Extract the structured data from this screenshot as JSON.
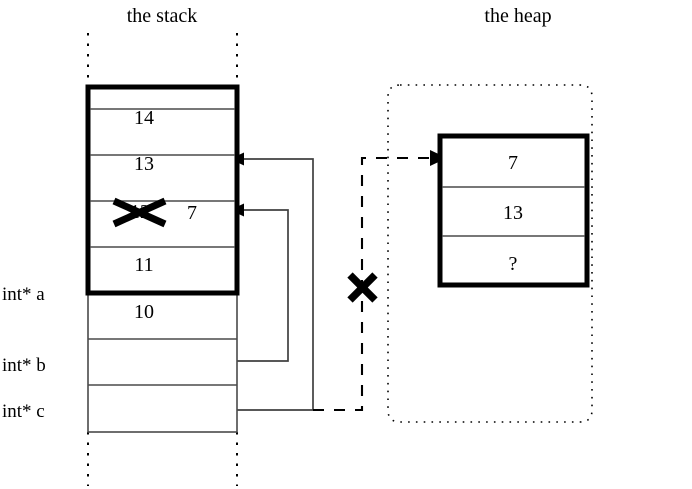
{
  "diagram": {
    "title_left": "the stack",
    "title_right": "the heap",
    "colors": {
      "ink": "#000000",
      "background": "#ffffff",
      "thin_line": "#4a4a4a"
    }
  },
  "stack": {
    "label": "the stack",
    "cells": [
      {
        "value": "14"
      },
      {
        "value": "13"
      },
      {
        "value": "12",
        "struck_out": true,
        "replacement": "7"
      },
      {
        "value": "11"
      },
      {
        "value": "10"
      }
    ],
    "variables": [
      {
        "name": "int* a",
        "label": "int* a"
      },
      {
        "name": "int* b",
        "label": "int* b"
      },
      {
        "name": "int* c",
        "label": "int* c"
      }
    ]
  },
  "heap": {
    "label": "the heap",
    "cells": [
      {
        "value": "7"
      },
      {
        "value": "13"
      },
      {
        "value": "?"
      }
    ]
  },
  "pointers": [
    {
      "from": "int* b",
      "to": "stack-cell-7",
      "style": "solid",
      "crossed": false
    },
    {
      "from": "int* c",
      "to": "stack-cell-13",
      "style": "solid",
      "crossed": false
    },
    {
      "from": "int* c",
      "to": "heap-cell-7",
      "style": "dashed",
      "crossed": true
    }
  ],
  "marks": [
    {
      "name": "cross-out-12",
      "glyph": "X"
    },
    {
      "name": "cross-out-dashed-pointer",
      "glyph": "X"
    }
  ]
}
